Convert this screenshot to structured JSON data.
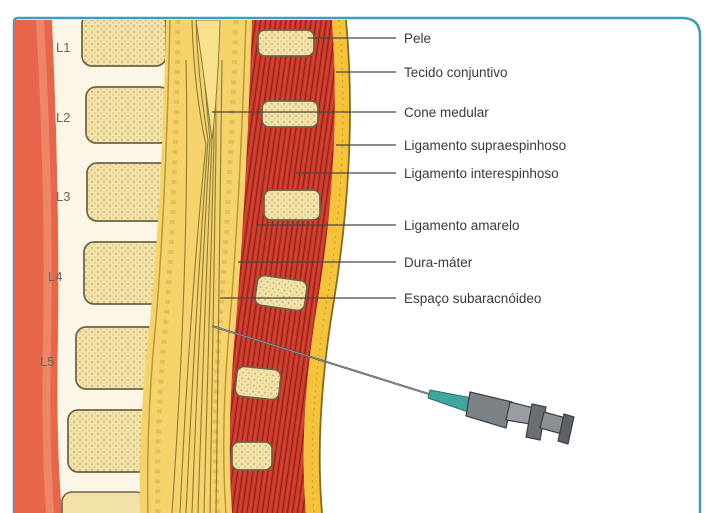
{
  "vertebra_labels": [
    "L1",
    "L2",
    "L3",
    "L4",
    "L5"
  ],
  "structure_labels": [
    "Pele",
    "Tecido conjuntivo",
    "Cone medular",
    "Ligamento supraespinhoso",
    "Ligamento interespinhoso",
    "Ligamento amarelo",
    "Dura-máter",
    "Espaço subaracnóideo"
  ],
  "colors": {
    "frame": "#3e9cc1",
    "skin_back": "#e7664a",
    "bone": "#f3e2a8",
    "disc": "#fbf6e6",
    "cord": "#f6d36a",
    "muscle": "#c8382a",
    "fat": "#f5c33b",
    "needle": "#6b6f73",
    "needle_tip": "#3fa69f"
  },
  "icons": [
    "vertebral-body-icon",
    "spinal-needle-icon"
  ]
}
